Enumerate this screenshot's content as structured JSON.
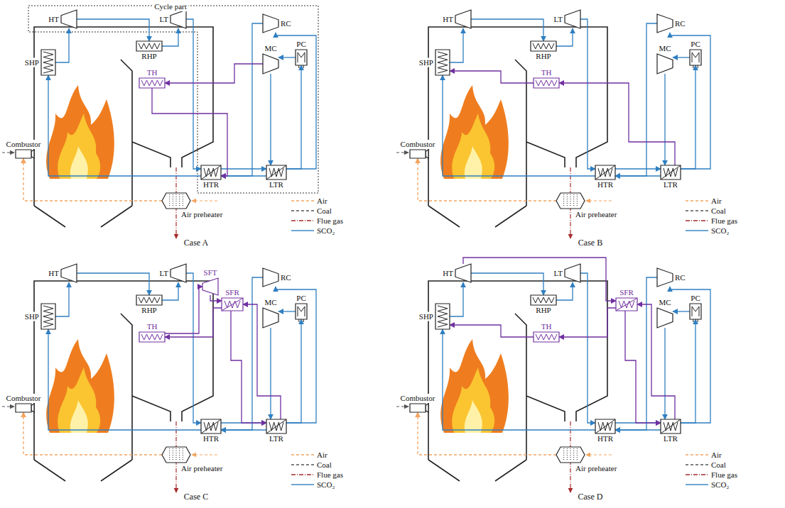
{
  "diagram": {
    "nodes": [
      {
        "text": [
          "HT"
        ]
      },
      {
        "text": [
          "LT"
        ]
      },
      {
        "text": [
          "RC"
        ]
      },
      {
        "text": [
          "MC"
        ]
      },
      {
        "text": [
          "PC"
        ]
      },
      {
        "text": [
          "SHP"
        ]
      },
      {
        "text": [
          "RHP"
        ]
      },
      {
        "text": [
          "TH"
        ]
      },
      {
        "text": [
          "HTR"
        ]
      },
      {
        "text": [
          "LTR"
        ]
      },
      {
        "text": [
          "Combustor"
        ]
      },
      {
        "text": [
          "Air preheater"
        ]
      },
      {
        "text": [
          "HT"
        ]
      },
      {
        "text": [
          "LT"
        ]
      },
      {
        "text": [
          "RC"
        ]
      },
      {
        "text": [
          "MC"
        ]
      },
      {
        "text": [
          "PC"
        ]
      },
      {
        "text": [
          "SHP"
        ]
      },
      {
        "text": [
          "RHP"
        ]
      },
      {
        "text": [
          "TH"
        ]
      },
      {
        "text": [
          "HTR"
        ]
      },
      {
        "text": [
          "LTR"
        ]
      },
      {
        "text": [
          "Combustor"
        ]
      },
      {
        "text": [
          "Air preheater"
        ]
      },
      {
        "text": [
          "HT"
        ]
      },
      {
        "text": [
          "LT"
        ]
      },
      {
        "text": [
          "RC"
        ]
      },
      {
        "text": [
          "MC"
        ]
      },
      {
        "text": [
          "PC"
        ]
      },
      {
        "text": [
          "SHP"
        ]
      },
      {
        "text": [
          "RHP"
        ]
      },
      {
        "text": [
          "TH"
        ]
      },
      {
        "text": [
          "HTR"
        ]
      },
      {
        "text": [
          "LTR"
        ]
      },
      {
        "text": [
          "Combustor"
        ]
      },
      {
        "text": [
          "Air preheater"
        ]
      },
      {
        "text": [
          "SFT"
        ]
      },
      {
        "text": [
          "SFR"
        ]
      },
      {
        "text": [
          "HT"
        ]
      },
      {
        "text": [
          "LT"
        ]
      },
      {
        "text": [
          "RC"
        ]
      },
      {
        "text": [
          "MC"
        ]
      },
      {
        "text": [
          "PC"
        ]
      },
      {
        "text": [
          "SHP"
        ]
      },
      {
        "text": [
          "RHP"
        ]
      },
      {
        "text": [
          "TH"
        ]
      },
      {
        "text": [
          "HTR"
        ]
      },
      {
        "text": [
          "LTR"
        ]
      },
      {
        "text": [
          "Combustor"
        ]
      },
      {
        "text": [
          "Air preheater"
        ]
      },
      {
        "text": [
          "SFR"
        ]
      }
    ],
    "edges": [
      {
        "from": 0,
        "to": 6,
        "arrow": "to"
      },
      {
        "from": 6,
        "to": 1,
        "arrow": "to"
      },
      {
        "from": 1,
        "to": 8,
        "arrow": "to"
      },
      {
        "from": 8,
        "to": 9,
        "arrow": "to"
      },
      {
        "from": 9,
        "to": 4,
        "arrow": "to"
      },
      {
        "from": 4,
        "to": 3,
        "arrow": "to"
      },
      {
        "from": 3,
        "to": 9,
        "arrow": "to"
      },
      {
        "from": 9,
        "to": 8,
        "arrow": "to"
      },
      {
        "from": 8,
        "to": 5,
        "arrow": "to"
      },
      {
        "from": 5,
        "to": 0,
        "arrow": "to"
      },
      {
        "from": 9,
        "to": 2,
        "arrow": "to"
      },
      {
        "from": 2,
        "to": 8,
        "arrow": "to"
      },
      {
        "from": 3,
        "to": 7,
        "arrow": "to"
      },
      {
        "from": 7,
        "to": 8,
        "arrow": "to"
      },
      {
        "from": 11,
        "to": 10,
        "arrow": "to"
      },
      {
        "from": 12,
        "to": 18,
        "arrow": "to"
      },
      {
        "from": 18,
        "to": 13,
        "arrow": "to"
      },
      {
        "from": 13,
        "to": 20,
        "arrow": "to"
      },
      {
        "from": 20,
        "to": 21,
        "arrow": "to"
      },
      {
        "from": 21,
        "to": 16,
        "arrow": "to"
      },
      {
        "from": 16,
        "to": 15,
        "arrow": "to"
      },
      {
        "from": 15,
        "to": 21,
        "arrow": "to"
      },
      {
        "from": 21,
        "to": 20,
        "arrow": "to"
      },
      {
        "from": 20,
        "to": 17,
        "arrow": "to"
      },
      {
        "from": 17,
        "to": 12,
        "arrow": "to"
      },
      {
        "from": 21,
        "to": 14,
        "arrow": "to"
      },
      {
        "from": 14,
        "to": 20,
        "arrow": "to"
      },
      {
        "from": 21,
        "to": 19,
        "arrow": "to"
      },
      {
        "from": 19,
        "to": 17,
        "arrow": "to"
      },
      {
        "from": 23,
        "to": 22,
        "arrow": "to"
      },
      {
        "from": 24,
        "to": 30,
        "arrow": "to"
      },
      {
        "from": 30,
        "to": 25,
        "arrow": "to"
      },
      {
        "from": 25,
        "to": 32,
        "arrow": "to"
      },
      {
        "from": 32,
        "to": 33,
        "arrow": "to"
      },
      {
        "from": 33,
        "to": 28,
        "arrow": "to"
      },
      {
        "from": 28,
        "to": 27,
        "arrow": "to"
      },
      {
        "from": 27,
        "to": 33,
        "arrow": "to"
      },
      {
        "from": 33,
        "to": 32,
        "arrow": "to"
      },
      {
        "from": 32,
        "to": 29,
        "arrow": "to"
      },
      {
        "from": 29,
        "to": 24,
        "arrow": "to"
      },
      {
        "from": 33,
        "to": 26,
        "arrow": "to"
      },
      {
        "from": 26,
        "to": 32,
        "arrow": "to"
      },
      {
        "from": 33,
        "to": 37,
        "arrow": "to"
      },
      {
        "from": 37,
        "to": 31,
        "arrow": "to"
      },
      {
        "from": 31,
        "to": 36,
        "arrow": "to"
      },
      {
        "from": 36,
        "to": 37,
        "arrow": "to"
      },
      {
        "from": 37,
        "to": 33,
        "arrow": "to"
      },
      {
        "from": 35,
        "to": 34,
        "arrow": "to"
      },
      {
        "from": 38,
        "to": 44,
        "arrow": "to"
      },
      {
        "from": 44,
        "to": 39,
        "arrow": "to"
      },
      {
        "from": 39,
        "to": 46,
        "arrow": "to"
      },
      {
        "from": 46,
        "to": 47,
        "arrow": "to"
      },
      {
        "from": 47,
        "to": 42,
        "arrow": "to"
      },
      {
        "from": 42,
        "to": 41,
        "arrow": "to"
      },
      {
        "from": 41,
        "to": 47,
        "arrow": "to"
      },
      {
        "from": 47,
        "to": 46,
        "arrow": "to"
      },
      {
        "from": 46,
        "to": 43,
        "arrow": "to"
      },
      {
        "from": 43,
        "to": 38,
        "arrow": "to"
      },
      {
        "from": 47,
        "to": 40,
        "arrow": "to"
      },
      {
        "from": 40,
        "to": 46,
        "arrow": "to"
      },
      {
        "from": 38,
        "to": 50,
        "arrow": "to"
      },
      {
        "from": 50,
        "to": 47,
        "arrow": "to"
      },
      {
        "from": 47,
        "to": 50,
        "arrow": "to"
      },
      {
        "from": 50,
        "to": 45,
        "arrow": "to"
      },
      {
        "from": 45,
        "to": 43,
        "arrow": "to"
      },
      {
        "from": 49,
        "to": 48,
        "arrow": "to"
      }
    ],
    "labels": [
      "Cycle part",
      "Case A",
      "Case B",
      "Case C",
      "Case D"
    ],
    "legend": [
      {
        "text": "Air"
      },
      {
        "text": "Coal"
      },
      {
        "text": "Flue gas"
      },
      {
        "text": "SCO₂"
      },
      {
        "text": "Air"
      },
      {
        "text": "Coal"
      },
      {
        "text": "Flue gas"
      },
      {
        "text": "SCO₂"
      },
      {
        "text": "Air"
      },
      {
        "text": "Coal"
      },
      {
        "text": "Flue gas"
      },
      {
        "text": "SCO₂"
      },
      {
        "text": "Air"
      },
      {
        "text": "Coal"
      },
      {
        "text": "Flue gas"
      },
      {
        "text": "SCO₂"
      }
    ]
  }
}
